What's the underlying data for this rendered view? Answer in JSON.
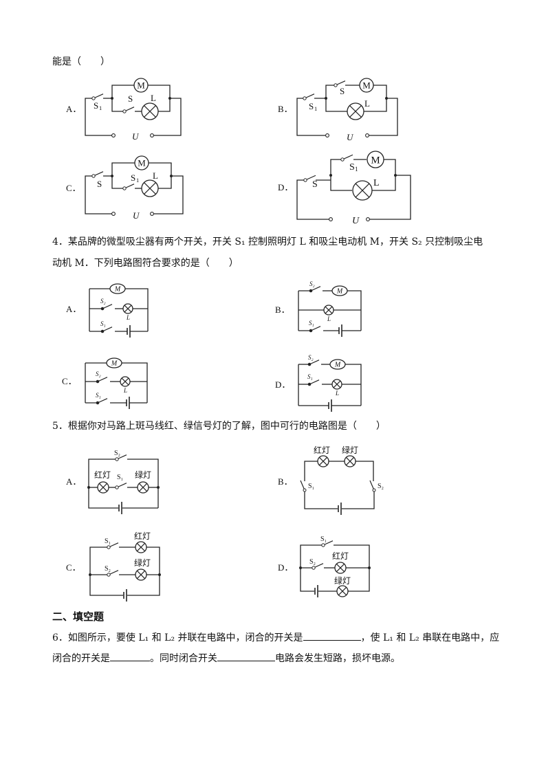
{
  "q3": {
    "stem_tail": "能是（　　）",
    "options": {
      "A": {
        "label": "A．",
        "s1": "S",
        "s1_sub": "1",
        "s": "S",
        "l": "L",
        "m": "M",
        "u": "U"
      },
      "B": {
        "label": "B．",
        "s1": "S",
        "s1_sub": "1",
        "s": "S",
        "l": "L",
        "m": "M",
        "u": "U"
      },
      "C": {
        "label": "C．",
        "s": "S",
        "s1": "S",
        "s1_sub": "1",
        "l": "L",
        "m": "M",
        "u": "U"
      },
      "D": {
        "label": "D．",
        "s": "S",
        "s1": "S",
        "s1_sub": "1",
        "l": "L",
        "m": "M",
        "u": "U"
      }
    }
  },
  "q4": {
    "line1": "4．某品牌的微型吸尘器有两个开关，开关 S₁ 控制照明灯 L 和吸尘电动机 M，开关 S₂ 只控制吸尘电",
    "line2": "动机 M．下列电路图符合要求的是（　　）",
    "options": {
      "A": {
        "label": "A．",
        "top": "M",
        "mid_sw": "S₂",
        "bot_sw": "S₁",
        "lamp": "L"
      },
      "B": {
        "label": "B．",
        "top_sw": "S₂",
        "top": "M",
        "bot_sw": "S₁",
        "lamp": "L"
      },
      "C": {
        "label": "C．",
        "top": "M",
        "mid_sw": "S₂",
        "bot_sw": "S₁",
        "lamp": "L"
      },
      "D": {
        "label": "D．",
        "top_sw": "S₂",
        "top": "M",
        "mid_sw": "S₁",
        "lamp": "L"
      }
    }
  },
  "q5": {
    "line1": "5．根据你对马路上斑马线红、绿信号灯的了解，图中可行的电路图是（　　）",
    "options": {
      "A": {
        "label": "A．",
        "s2": "S₂",
        "s1": "S₁",
        "red": "红灯",
        "green": "绿灯"
      },
      "B": {
        "label": "B．",
        "s1": "S₁",
        "s2": "S₂",
        "red": "红灯",
        "green": "绿灯"
      },
      "C": {
        "label": "C．",
        "s1": "S₁",
        "s2": "S₂",
        "red": "红灯",
        "green": "绿灯"
      },
      "D": {
        "label": "D．",
        "s1": "S₁",
        "s2": "S₂",
        "red": "红灯",
        "green": "绿灯"
      }
    }
  },
  "section2": {
    "title": "二、填空题"
  },
  "q6": {
    "p1": "6．如图所示，要使 L₁ 和 L₂ 并联在电路中，闭合的开关是",
    "p2": "，使 L₁ 和 L₂ 串联在电路中，应",
    "p3": "闭合的开关是",
    "p4": "。同时闭合开关",
    "p5": "电路会发生短路，损坏电源。"
  }
}
